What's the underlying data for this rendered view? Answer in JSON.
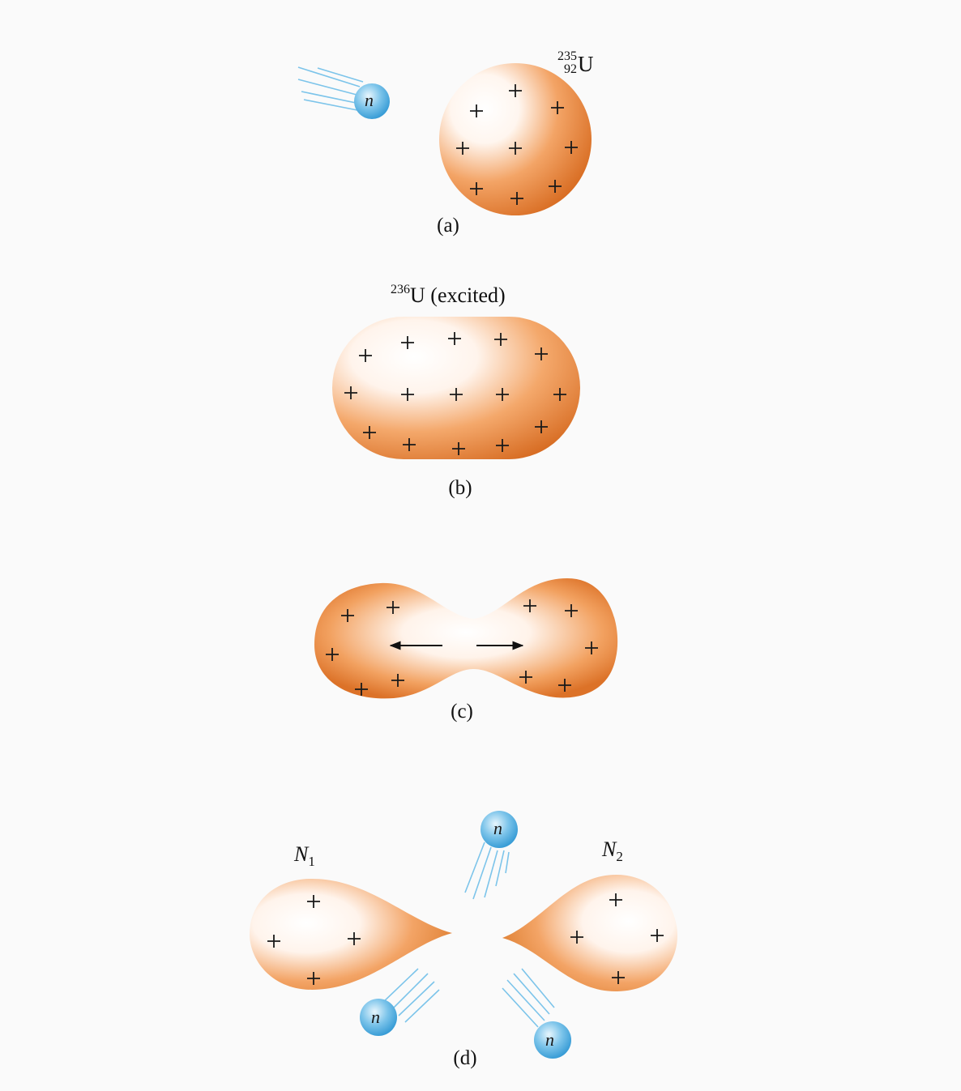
{
  "colors": {
    "nucleus": "#e07a2c",
    "nucleus_highlight": "#ffffff",
    "neutron": "#3aa6de",
    "neutron_streak": "#7cc4ea",
    "ink": "#111111"
  },
  "panels": {
    "a": {
      "caption": "(a)",
      "isotope": {
        "mass_number": "235",
        "atomic_number": "92",
        "symbol": "U"
      },
      "neutron_label": "n"
    },
    "b": {
      "caption": "(b)",
      "isotope": {
        "mass_number": "236",
        "symbol": "U",
        "state": "(excited)"
      }
    },
    "c": {
      "caption": "(c)"
    },
    "d": {
      "caption": "(d)",
      "fragment_1": {
        "symbol": "N",
        "subscript": "1"
      },
      "fragment_2": {
        "symbol": "N",
        "subscript": "2"
      },
      "neutron_label": "n"
    }
  }
}
